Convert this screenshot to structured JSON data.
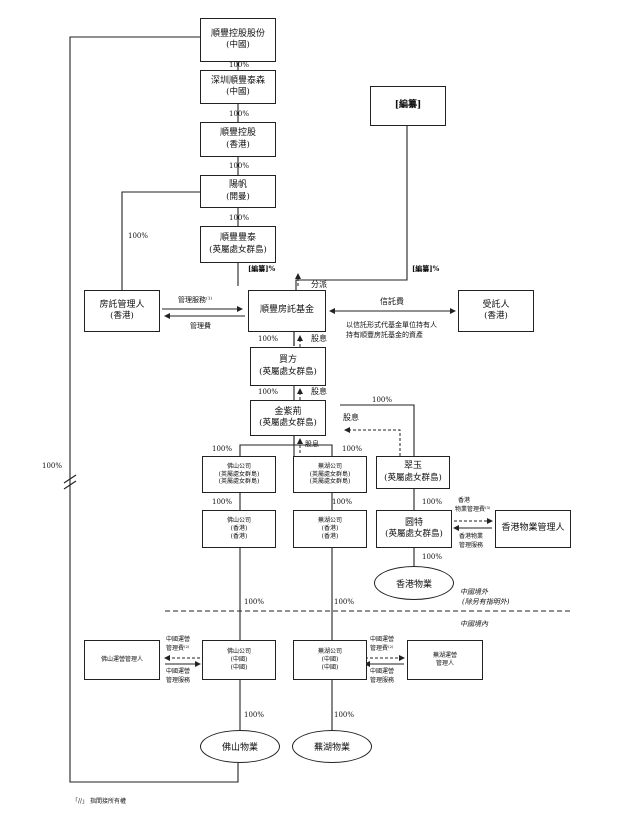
{
  "boxes": {
    "shunfeng_holding": [
      "順豐控股股份",
      "(中國)"
    ],
    "shenzhen_taisen": [
      "深圳順豐泰森",
      "(中國)"
    ],
    "shunfeng_hk": [
      "順豐控股",
      "(香港)"
    ],
    "yangfan": [
      "陽帆",
      "(開曼)"
    ],
    "shunfeng_fengtai": [
      "順豐豐泰",
      "(英屬處女群島)"
    ],
    "redacted_top": "[編纂]",
    "reit_manager": [
      "房託管理人",
      "(香港)"
    ],
    "reit": [
      "順豐房託基金"
    ],
    "trustee": [
      "受託人",
      "(香港)"
    ],
    "maifang": [
      "買方",
      "(英屬處女群島)"
    ],
    "jinziyuan": [
      "金紫荊",
      "(英屬處女群島)"
    ],
    "foshan_bvi": [
      "佛山公司",
      "(英屬處女群島)",
      "(英屬處女群島)"
    ],
    "wuhu_bvi": [
      "蕪湖公司",
      "(英屬處女群島)",
      "(英屬處女群島)"
    ],
    "cuiyu": [
      "翠玉",
      "(英屬處女群島)"
    ],
    "foshan_hk": [
      "佛山公司",
      "(香港)",
      "(香港)"
    ],
    "wuhu_hk": [
      "蕪湖公司",
      "(香港)",
      "(香港)"
    ],
    "guote": [
      "圆特",
      "(英屬處女群島)"
    ],
    "hk_pm": [
      "香港物業管理人"
    ],
    "foshan_opmgr": [
      "佛山運營管理人"
    ],
    "foshan_cn": [
      "佛山公司",
      "(中國)",
      "(中國)"
    ],
    "wuhu_cn": [
      "蕪湖公司",
      "(中國)",
      "(中國)"
    ],
    "wuhu_opmgr": [
      "蕪湖運營",
      "管理人"
    ]
  },
  "ellipses": {
    "hk_property": "香港物業",
    "foshan_property": "佛山物業",
    "wuhu_property": "蕪湖物業"
  },
  "labels": {
    "p100": "100%",
    "redacted_pct": "[編纂]%",
    "distribution": "分派",
    "dividend": "股息",
    "mgmt_service": "管理服務⁽¹⁾",
    "mgmt_fee": "管理費",
    "trust_fee": "信託費",
    "trust_note_1": "以信託形式代基金單位持有人",
    "trust_note_2": "持有順豐房託基金的資產",
    "hk_mgmt_fee_1": "香港",
    "hk_mgmt_fee_2": "物業管理費⁽³⁾",
    "hk_mgmt_svc_1": "香港物業",
    "hk_mgmt_svc_2": "管理服務",
    "cn_fee_1": "中國運營",
    "cn_fee_2": "管理費⁽²⁾",
    "cn_svc_1": "中國運營",
    "cn_svc_2": "管理服務",
    "outside_china_1": "中國境外",
    "outside_china_2": "(除另有指明外)",
    "inside_china": "中國境內",
    "footnote": "「//」 指間接所有權"
  }
}
